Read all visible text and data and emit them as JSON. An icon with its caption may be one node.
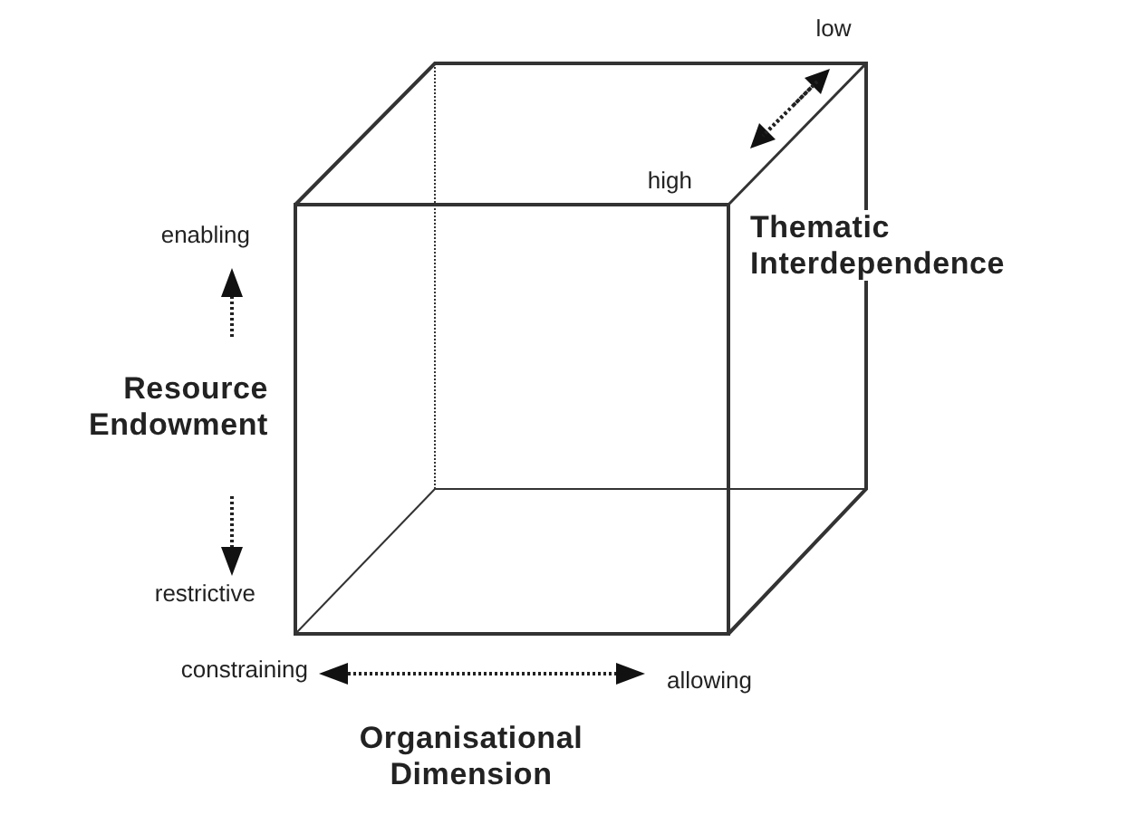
{
  "diagram": {
    "labels": [
      "low",
      "high",
      "Thematic Interdependence",
      "enabling",
      "Resource Endowment",
      "restrictive",
      "constraining",
      "allowing",
      "Organisational Dimension"
    ]
  }
}
